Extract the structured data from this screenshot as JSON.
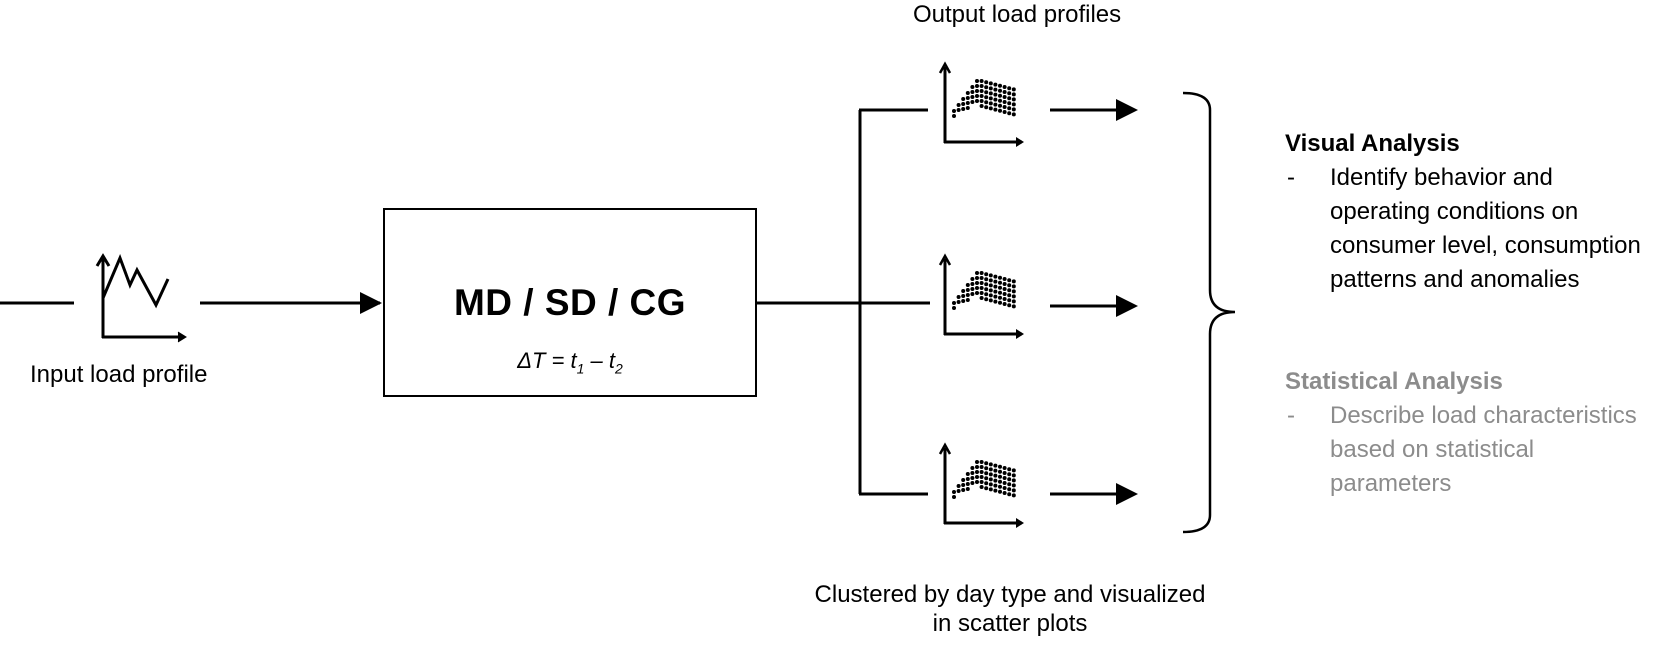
{
  "input": {
    "label": "Input load profile"
  },
  "process": {
    "title": "MD / SD / CG",
    "formula": {
      "prefix": "ΔT = t",
      "sub1": "1",
      "mid": " – t",
      "sub2": "2"
    }
  },
  "output": {
    "title": "Output load profiles",
    "caption_line1": "Clustered by day type and visualized",
    "caption_line2": "in scatter plots"
  },
  "analysis": {
    "visual": {
      "heading": "Visual Analysis",
      "bullet": "-",
      "item": "Identify behavior and operating conditions on consumer level, consumption patterns and anomalies"
    },
    "statistical": {
      "heading": "Statistical Analysis",
      "bullet": "-",
      "item": "Describe load characteristics based on statistical parameters"
    }
  },
  "icons": {
    "input_profile": "line-chart-icon",
    "output_profile": "scatter-plot-icon"
  },
  "colors": {
    "primary": "#000000",
    "muted": "#8c8c8c"
  }
}
